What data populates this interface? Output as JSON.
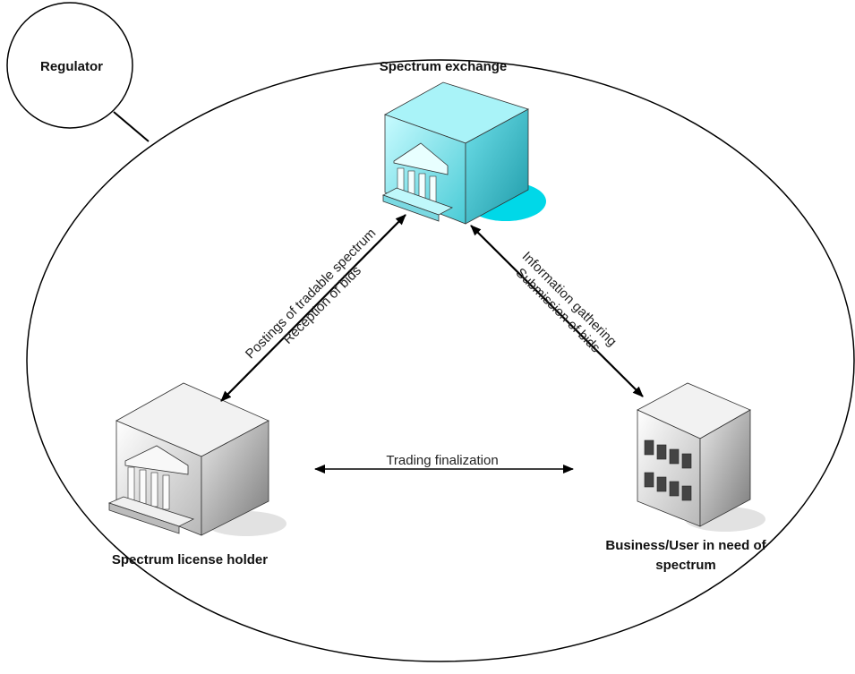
{
  "nodes": {
    "regulator": {
      "label": "Regulator"
    },
    "exchange": {
      "label": "Spectrum exchange",
      "accent_color": "#00d8e0"
    },
    "license_holder": {
      "label": "Spectrum license holder"
    },
    "business_user": {
      "label_line1": "Business/User in need of",
      "label_line2": "spectrum"
    }
  },
  "links": {
    "holder_exchange": {
      "label_line1": "Postings of tradable spectrum",
      "label_line2": "Reception of bids"
    },
    "exchange_user": {
      "label_line1": "Information gathering",
      "label_line2": "Submission of bids"
    },
    "holder_user": {
      "label": "Trading finalization"
    }
  }
}
